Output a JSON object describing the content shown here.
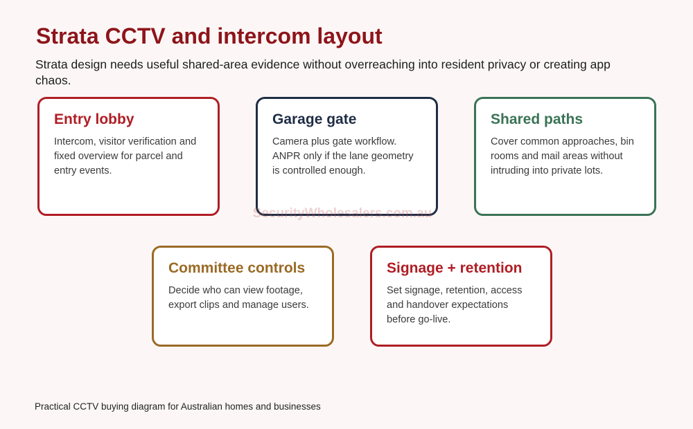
{
  "header": {
    "title": "Strata CCTV and intercom layout",
    "subtitle": "Strata design needs useful shared-area evidence without overreaching into resident privacy or creating app chaos."
  },
  "cards": [
    {
      "title": "Entry lobby",
      "text": "Intercom, visitor verification and fixed overview for parcel and entry events.",
      "color": "#b01d24"
    },
    {
      "title": "Garage gate",
      "text": "Camera plus gate workflow. ANPR only if the lane geometry is controlled enough.",
      "color": "#1f2d45"
    },
    {
      "title": "Shared paths",
      "text": "Cover common approaches, bin rooms and mail areas without intruding into private lots.",
      "color": "#3a7356"
    },
    {
      "title": "Committee controls",
      "text": "Decide who can view footage, export clips and manage users.",
      "color": "#9a6a25"
    },
    {
      "title": "Signage + retention",
      "text": "Set signage, retention, access and handover expectations before go-live.",
      "color": "#b01d24"
    }
  ],
  "watermark": "SecurityWholesalers.com.au",
  "footer": "Practical CCTV buying diagram for Australian homes and businesses"
}
